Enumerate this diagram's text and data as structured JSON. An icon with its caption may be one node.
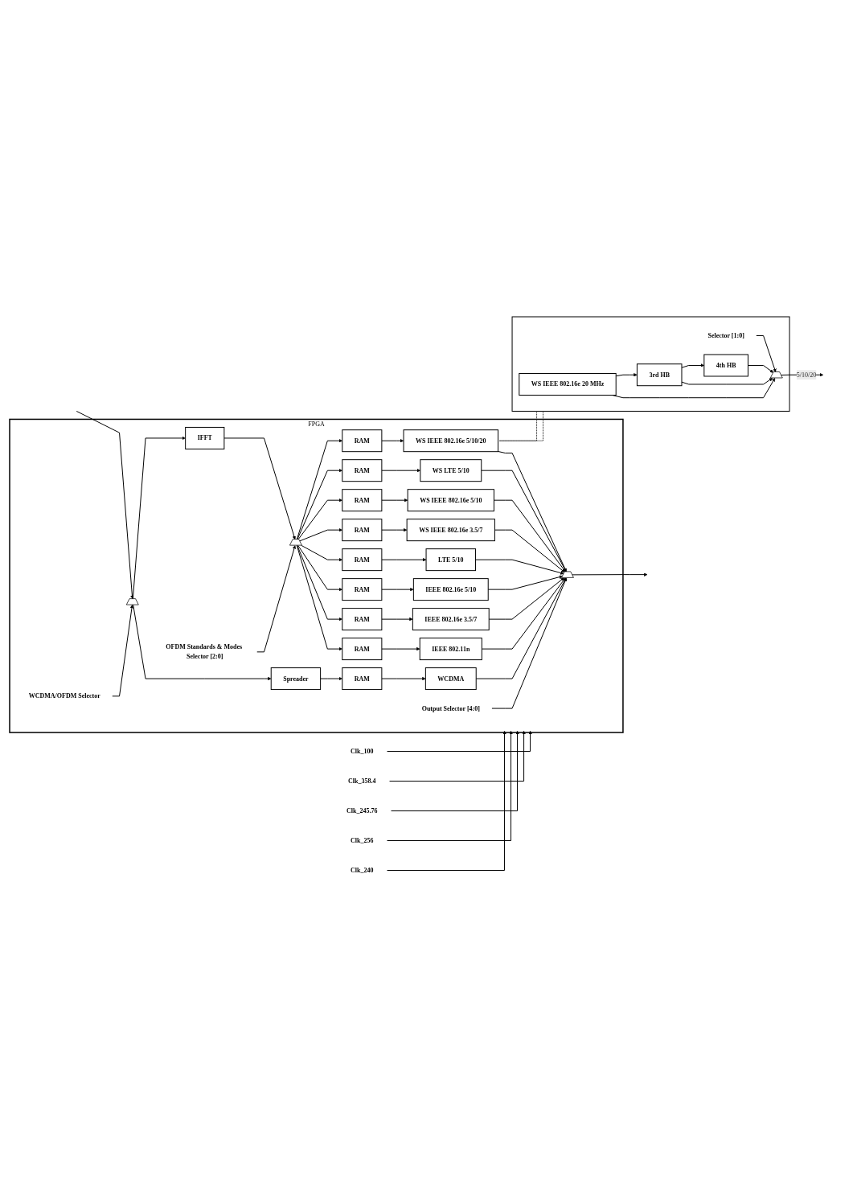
{
  "diagram": {
    "nodes": [
      {
        "text": [
          "FPGA"
        ]
      },
      {
        "text": [
          "Clk_240"
        ]
      },
      {
        "text": [
          "Clk_256"
        ]
      },
      {
        "text": [
          "Clk_245.76"
        ]
      },
      {
        "text": [
          "Clk_358.4"
        ]
      },
      {
        "text": [
          "Clk_100"
        ]
      },
      {
        "text": [
          "Output Selector [4:0]"
        ],
        "in": 0
      },
      {
        "text": [
          "OFDM Standards & Modes Selector [2:0]"
        ],
        "in": 0
      },
      {
        "text": [
          "WCDMA/OFDM Selector"
        ],
        "in": 0
      },
      {
        "text": [],
        "shape": "trapezoid",
        "in": 0
      },
      {
        "text": [
          "Spreader"
        ],
        "in": 0
      },
      {
        "text": [
          "IFFT"
        ],
        "in": 0
      },
      {
        "text": [],
        "shape": "trapezoid",
        "in": 0
      },
      {
        "text": [
          "RAM"
        ],
        "in": 0
      },
      {
        "text": [
          "WCDMA"
        ],
        "in": 0
      },
      {
        "text": [
          "RAM"
        ],
        "in": 0
      },
      {
        "text": [
          "IEEE 802.11n"
        ],
        "in": 0
      },
      {
        "text": [
          "RAM"
        ],
        "in": 0
      },
      {
        "text": [
          "IEEE 802.16e 3.5/7"
        ],
        "in": 0
      },
      {
        "text": [
          "RAM"
        ],
        "in": 0
      },
      {
        "text": [
          "IEEE 802.16e 5/10"
        ],
        "in": 0
      },
      {
        "text": [
          "RAM"
        ],
        "in": 0
      },
      {
        "text": [
          "LTE 5/10"
        ],
        "in": 0
      },
      {
        "text": [
          "RAM"
        ],
        "in": 0
      },
      {
        "text": [
          "WS IEEE 802.16e 3.5/7"
        ],
        "in": 0
      },
      {
        "text": [
          "RAM"
        ],
        "in": 0
      },
      {
        "text": [
          "WS IEEE 802.16e 5/10"
        ],
        "in": 0
      },
      {
        "text": [
          "RAM"
        ],
        "in": 0
      },
      {
        "text": [
          "WS LTE 5/10"
        ],
        "in": 0
      },
      {
        "text": [
          "RAM"
        ],
        "in": 0
      },
      {
        "text": [
          "WS IEEE 802.16e 5/10/20"
        ],
        "in": 0
      },
      {
        "text": [],
        "shape": "trapezoid",
        "in": 0
      },
      {
        "text": [],
        "shape": "box"
      },
      {
        "text": [
          "WS IEEE 802.16e 20 MHz"
        ],
        "in": 32
      },
      {
        "text": [
          "3rd HB"
        ],
        "in": 32
      },
      {
        "text": [
          "4th HB"
        ],
        "in": 32
      },
      {
        "text": [],
        "shape": "trapezoid",
        "in": 32
      },
      {
        "text": [
          "Selector [1:0]"
        ],
        "in": 32
      }
    ],
    "edges": [
      {
        "from": 1,
        "to": 0,
        "arrow": "to"
      },
      {
        "from": 2,
        "to": 0,
        "arrow": "to"
      },
      {
        "from": 3,
        "to": 0,
        "arrow": "to"
      },
      {
        "from": 4,
        "to": 0,
        "arrow": "to"
      },
      {
        "from": 5,
        "to": 0,
        "arrow": "to"
      },
      {
        "from": 6,
        "to": 31,
        "arrow": "to"
      },
      {
        "from": 7,
        "to": 12,
        "arrow": "to"
      },
      {
        "from": 8,
        "to": 9,
        "arrow": "to"
      },
      {
        "from": null,
        "to": 9,
        "arrow": "to"
      },
      {
        "from": 9,
        "to": 10,
        "arrow": "to"
      },
      {
        "from": 9,
        "to": 11,
        "arrow": "to"
      },
      {
        "from": 10,
        "to": 13,
        "arrow": "to"
      },
      {
        "from": 11,
        "to": 12,
        "arrow": "to"
      },
      {
        "from": 12,
        "to": 15,
        "arrow": "to"
      },
      {
        "from": 12,
        "to": 17,
        "arrow": "to"
      },
      {
        "from": 12,
        "to": 19,
        "arrow": "to"
      },
      {
        "from": 12,
        "to": 21,
        "arrow": "to"
      },
      {
        "from": 12,
        "to": 23,
        "arrow": "to"
      },
      {
        "from": 12,
        "to": 25,
        "arrow": "to"
      },
      {
        "from": 12,
        "to": 27,
        "arrow": "to"
      },
      {
        "from": 12,
        "to": 29,
        "arrow": "to"
      },
      {
        "from": 13,
        "to": 14,
        "arrow": "to"
      },
      {
        "from": 15,
        "to": 16,
        "arrow": "to"
      },
      {
        "from": 17,
        "to": 18,
        "arrow": "to"
      },
      {
        "from": 19,
        "to": 20,
        "arrow": "to"
      },
      {
        "from": 21,
        "to": 22,
        "arrow": "to"
      },
      {
        "from": 23,
        "to": 24,
        "arrow": "to"
      },
      {
        "from": 25,
        "to": 26,
        "arrow": "to"
      },
      {
        "from": 27,
        "to": 28,
        "arrow": "to"
      },
      {
        "from": 29,
        "to": 30,
        "arrow": "to"
      },
      {
        "from": 14,
        "to": 31,
        "arrow": "to"
      },
      {
        "from": 16,
        "to": 31,
        "arrow": "to"
      },
      {
        "from": 18,
        "to": 31,
        "arrow": "to"
      },
      {
        "from": 20,
        "to": 31,
        "arrow": "to"
      },
      {
        "from": 22,
        "to": 31,
        "arrow": "to"
      },
      {
        "from": 24,
        "to": 31,
        "arrow": "to"
      },
      {
        "from": 26,
        "to": 31,
        "arrow": "to"
      },
      {
        "from": 28,
        "to": 31,
        "arrow": "to"
      },
      {
        "from": 30,
        "to": 31,
        "arrow": "to"
      },
      {
        "from": 31,
        "to": null,
        "arrow": "to"
      },
      {
        "from": 30,
        "to": 32,
        "arrow": "none",
        "style": "dashed"
      },
      {
        "from": 30,
        "to": 32,
        "arrow": "none",
        "style": "dashed"
      },
      {
        "from": 33,
        "to": 36,
        "arrow": "to"
      },
      {
        "from": 33,
        "to": 34,
        "arrow": "to"
      },
      {
        "from": 34,
        "to": 36,
        "arrow": "to"
      },
      {
        "from": 34,
        "to": 35,
        "arrow": "to"
      },
      {
        "from": 35,
        "to": 36,
        "arrow": "to"
      },
      {
        "from": 36,
        "to": null,
        "arrow": "to",
        "label": "5/10/20"
      },
      {
        "from": 37,
        "to": 36,
        "arrow": "to"
      }
    ]
  }
}
